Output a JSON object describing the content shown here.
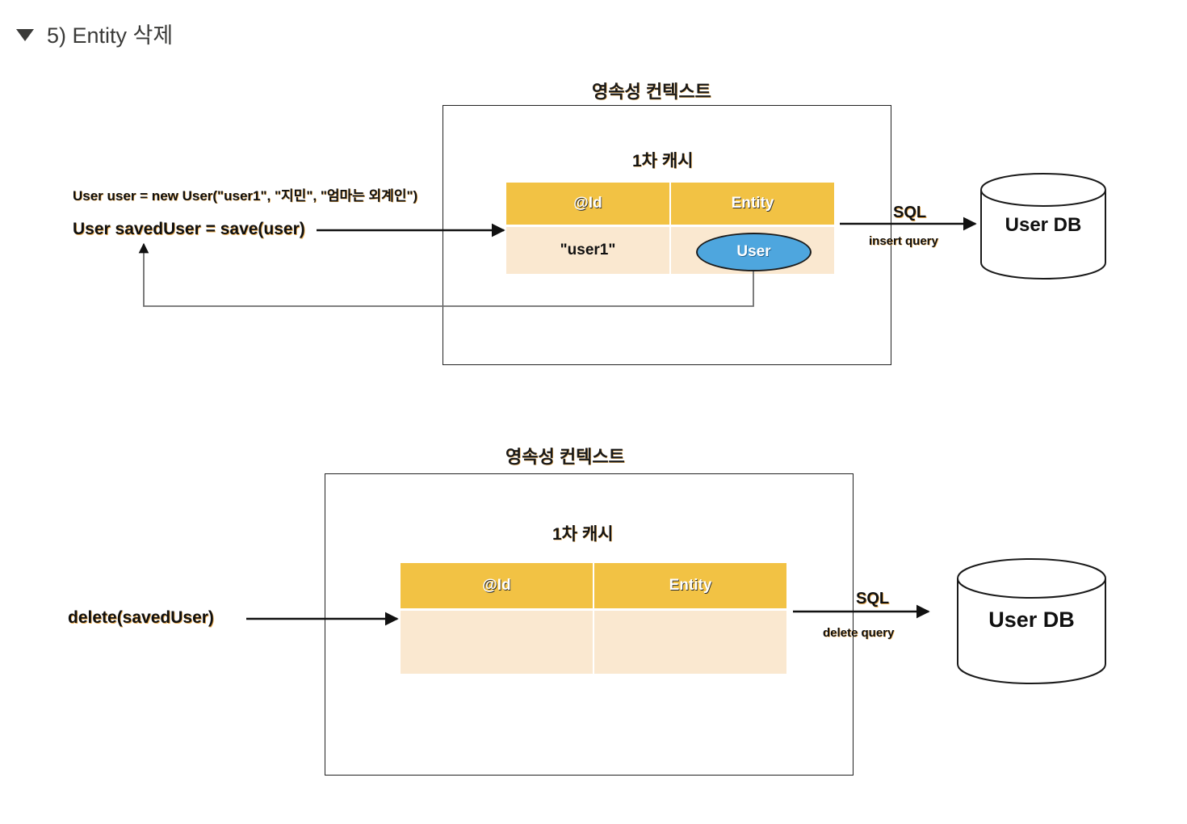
{
  "page": {
    "heading": "5) Entity 삭제",
    "caret_icon": "triangle-down-icon"
  },
  "colors": {
    "table_header": "#F2C244",
    "table_body": "#FAE8D0",
    "entity_fill": "#4EA6DE",
    "line": "#111111",
    "text": "#101010",
    "heading_text": "#3A3A38"
  },
  "diagram_save": {
    "context_title": "영속성 컨텍스트",
    "cache_title": "1차 캐시",
    "table": {
      "headers": [
        "@Id",
        "Entity"
      ],
      "rows": [
        {
          "id": "\"user1\"",
          "entity": "User"
        }
      ]
    },
    "code_lines": [
      "User user = new User(\"user1\", \"지민\", \"엄마는 외계인\")",
      "User savedUser =   save(user)"
    ],
    "sql_label": "SQL",
    "query_label": "insert query",
    "db_label": "User DB"
  },
  "diagram_delete": {
    "context_title": "영속성 컨텍스트",
    "cache_title": "1차 캐시",
    "table": {
      "headers": [
        "@Id",
        "Entity"
      ],
      "rows": [
        {
          "id": "",
          "entity": ""
        }
      ]
    },
    "call_label": "delete(savedUser)",
    "sql_label": "SQL",
    "query_label": "delete query",
    "db_label": "User DB"
  }
}
